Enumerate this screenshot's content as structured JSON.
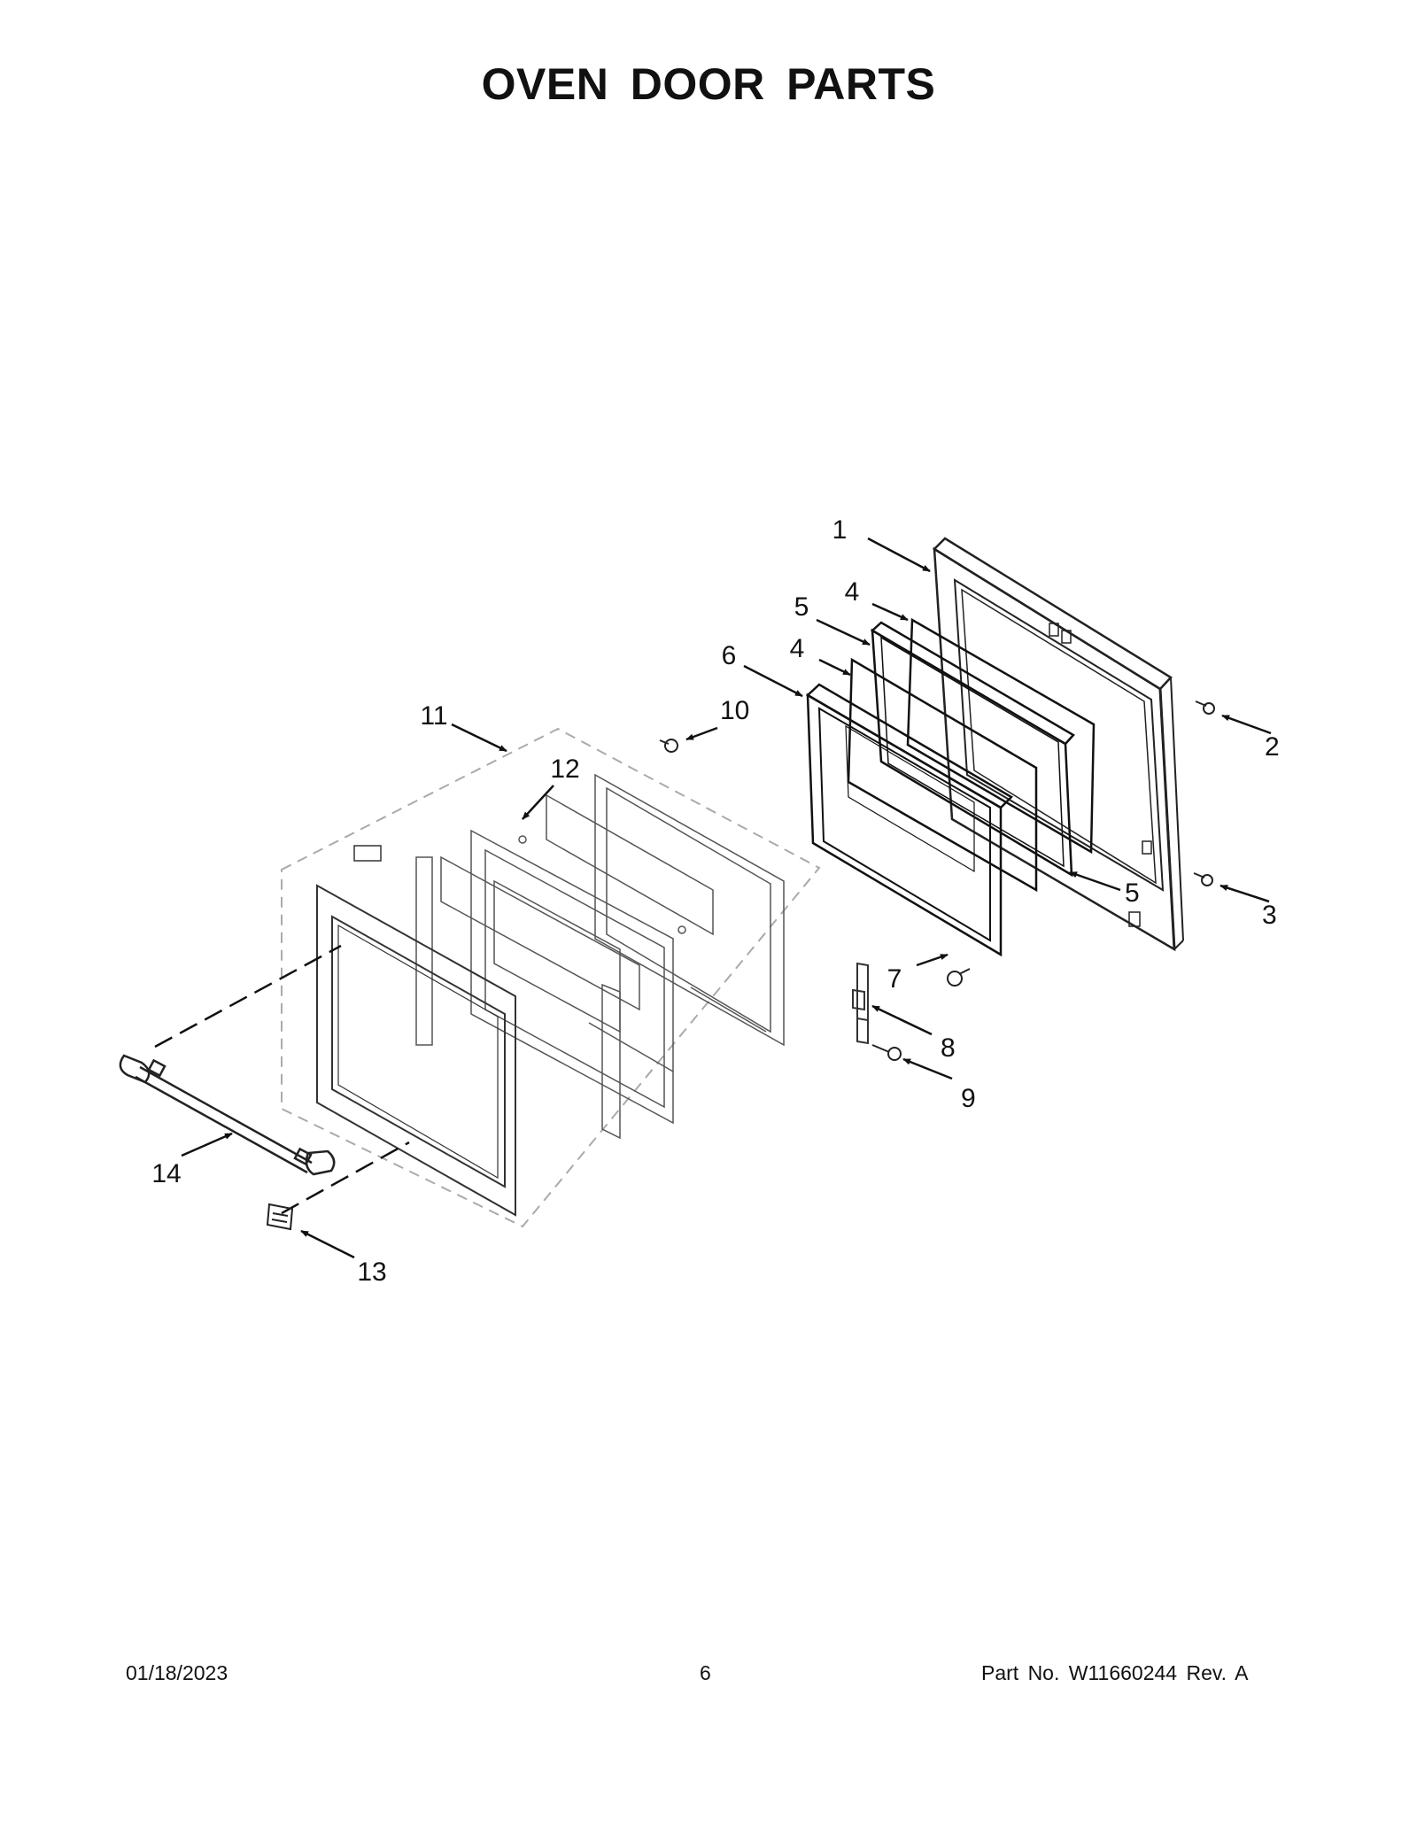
{
  "title": "OVEN DOOR PARTS",
  "callouts": [
    {
      "id": "callout-1",
      "label": "1"
    },
    {
      "id": "callout-2",
      "label": "2"
    },
    {
      "id": "callout-3",
      "label": "3"
    },
    {
      "id": "callout-4a",
      "label": "4"
    },
    {
      "id": "callout-4b",
      "label": "4"
    },
    {
      "id": "callout-5a",
      "label": "5"
    },
    {
      "id": "callout-5b",
      "label": "5"
    },
    {
      "id": "callout-6",
      "label": "6"
    },
    {
      "id": "callout-7",
      "label": "7"
    },
    {
      "id": "callout-8",
      "label": "8"
    },
    {
      "id": "callout-9",
      "label": "9"
    },
    {
      "id": "callout-10",
      "label": "10"
    },
    {
      "id": "callout-11",
      "label": "11"
    },
    {
      "id": "callout-12",
      "label": "12"
    },
    {
      "id": "callout-13",
      "label": "13"
    },
    {
      "id": "callout-14",
      "label": "14"
    }
  ],
  "footer": {
    "date": "01/18/2023",
    "page": "6",
    "part_number": "Part No.  W11660244  Rev.  A"
  }
}
